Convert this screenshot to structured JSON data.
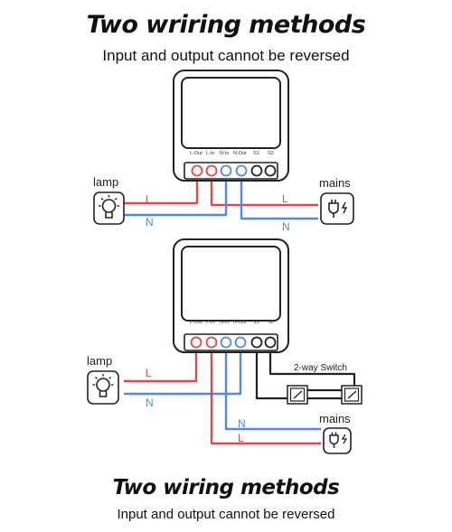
{
  "top": {
    "title": "Two wriring methods",
    "subtitle": "Input and output cannot be reversed"
  },
  "bottom": {
    "title": "Two wiring methods",
    "subtitle": "Input and output cannot be reversed"
  },
  "terminals": {
    "l_out": "L-Out",
    "l_in": "L-In",
    "n_in": "N-In",
    "n_out": "N-Out",
    "s1": "S1",
    "s2": "S2"
  },
  "diagram1": {
    "lamp_label": "lamp",
    "mains_label": "mains",
    "wire_l_left": "L",
    "wire_n_left": "N",
    "wire_l_right": "L",
    "wire_n_right": "N"
  },
  "diagram2": {
    "lamp_label": "lamp",
    "mains_label": "mains",
    "switch_label": "2-way Switch",
    "wire_l_left": "L",
    "wire_n_left": "N",
    "wire_n_bottom": "N",
    "wire_l_bottom": "L"
  },
  "colors": {
    "live": "#e0474c",
    "neutral": "#4f8be0",
    "switch_wire": "#222222"
  }
}
